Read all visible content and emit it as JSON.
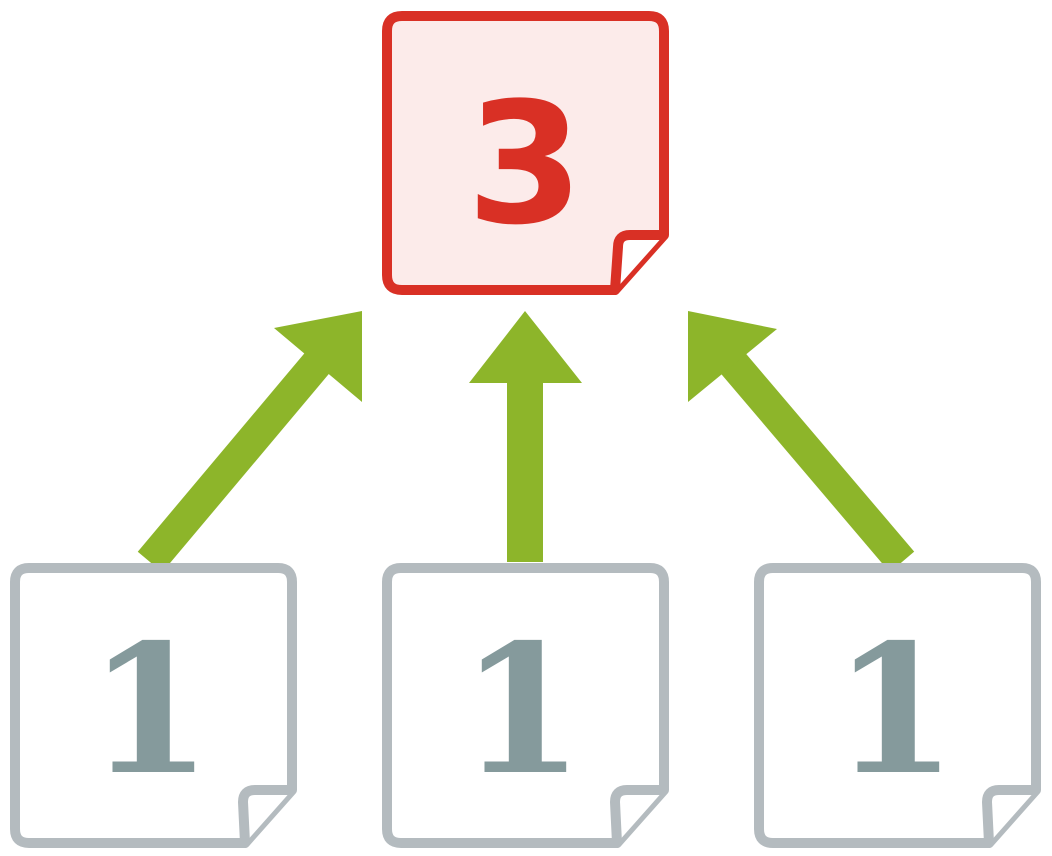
{
  "target_note": {
    "label": "3",
    "border_color": "#d93025",
    "fill_color": "#fcebea",
    "text_color": "#d93025"
  },
  "source_notes": [
    {
      "label": "1"
    },
    {
      "label": "1"
    },
    {
      "label": "1"
    }
  ],
  "source_style": {
    "border_color": "#b4bbbf",
    "fill_color": "#ffffff",
    "text_color": "#859a9c"
  },
  "arrow_color": "#8db52a"
}
